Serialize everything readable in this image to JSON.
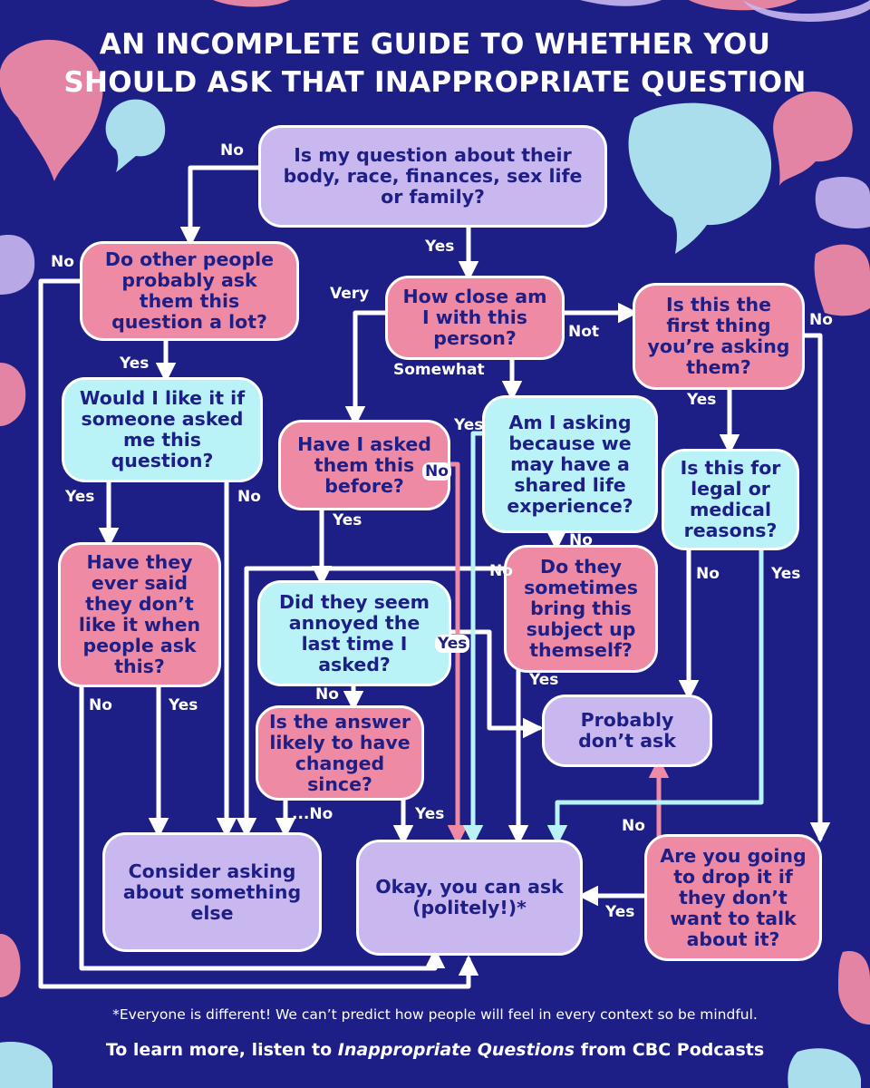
{
  "title": {
    "line1": "AN INCOMPLETE GUIDE TO WHETHER YOU",
    "line2": "SHOULD ASK THAT INAPPROPRIATE QUESTION"
  },
  "nodes": {
    "q_topic": "Is my question about their body, race, finances, sex life or family?",
    "q_others": "Do other people probably ask them this question a lot?",
    "q_close": "How close am I with this person?",
    "q_first": "Is this the first thing you’re asking them?",
    "q_like": "Would I like it if someone asked me this question?",
    "q_asked_before": "Have I asked them this before?",
    "q_shared": "Am I asking because we may have a shared life experience?",
    "q_legal": "Is this for legal or medical reasons?",
    "q_said_dislike": "Have they ever said they don’t like it when people ask this?",
    "q_annoyed": "Did they seem annoyed the last time I asked?",
    "q_bring_up": "Do they sometimes bring this subject up themself?",
    "q_changed": "Is the answer likely to have changed since?",
    "r_probably_dont": "Probably don’t ask",
    "r_consider": "Consider asking about something else",
    "r_okay": "Okay, you can ask (politely!)*",
    "q_drop": "Are you going to drop it if they don’t want to talk about it?"
  },
  "labels": {
    "topic_no": "No",
    "topic_yes": "Yes",
    "others_no": "No",
    "others_yes": "Yes",
    "close_very": "Very",
    "close_not": "Not",
    "close_somewhat": "Somewhat",
    "first_no": "No",
    "first_yes": "Yes",
    "like_yes": "Yes",
    "like_no": "No",
    "shared_yes": "Yes",
    "asked_no": "No",
    "asked_yes": "Yes",
    "shared_no": "No",
    "legal_no": "No",
    "legal_yes": "Yes",
    "bring_no": "No",
    "annoyed_yes": "Yes",
    "bring_yes": "Yes",
    "said_no": "No",
    "said_yes": "Yes",
    "annoyed_no": "No",
    "changed_no": "...No",
    "changed_yes": "Yes",
    "drop_no": "No",
    "drop_yes": "Yes"
  },
  "footnote": "*Everyone is different! We can’t predict how people will feel in every context so be mindful.",
  "footer": {
    "prefix": "To learn more, listen to ",
    "show": "Inappropriate Questions",
    "suffix": " from CBC Podcasts"
  },
  "colors": {
    "background": "#1e1f86",
    "lavender": "#c9b7f0",
    "pink": "#ef8aa5",
    "cyan": "#b9f3f8",
    "text": "#1e1f86",
    "line": "#ffffff"
  }
}
